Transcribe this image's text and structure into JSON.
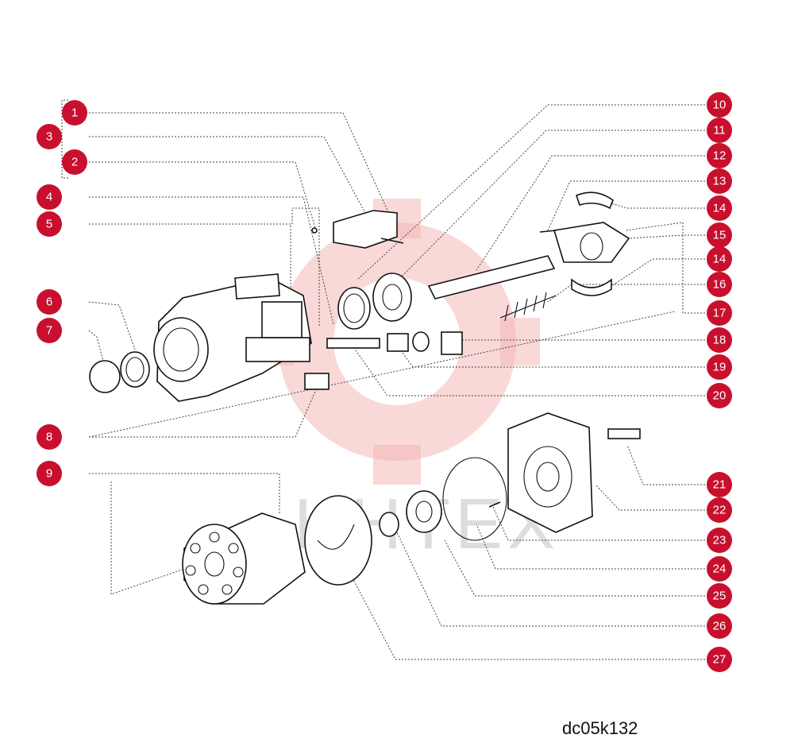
{
  "diagram": {
    "reference_code": "dc05k132",
    "watermark_text": "HHTEX",
    "badge_color": "#c8102e",
    "callouts": [
      "1",
      "2",
      "3",
      "4",
      "5",
      "6",
      "7",
      "8",
      "9",
      "10",
      "11",
      "12",
      "13",
      "14",
      "15",
      "14",
      "16",
      "17",
      "18",
      "19",
      "20",
      "21",
      "22",
      "23",
      "24",
      "25",
      "26",
      "27"
    ]
  }
}
